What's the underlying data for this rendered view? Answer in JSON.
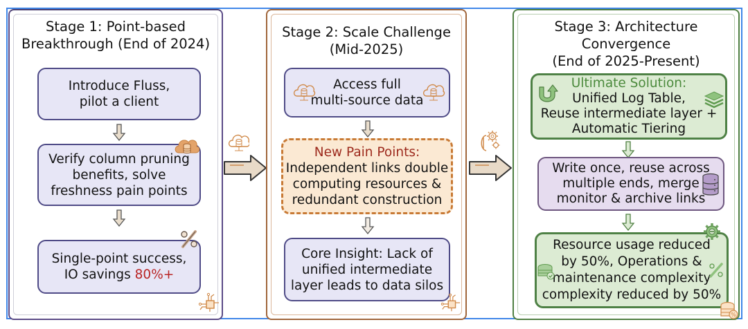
{
  "stages": [
    {
      "title_lines": [
        "Stage 1: Point-based",
        "Breakthrough (End of 2024)"
      ],
      "steps": [
        {
          "lines": [
            "Introduce Fluss,",
            "pilot a client"
          ]
        },
        {
          "lines": [
            "Verify column pruning",
            "benefits, solve",
            "freshness pain points"
          ],
          "icon": "cloud-database-icon"
        },
        {
          "lines": [
            "Single-point success,"
          ],
          "line2_prefix": "IO savings ",
          "line2_highlight": "80%+",
          "icon": "percent-icon"
        }
      ],
      "corner_icon": "circuit-chip-icon"
    },
    {
      "title_lines": [
        "Stage 2: Scale Challenge",
        "(Mid-2025)"
      ],
      "steps": [
        {
          "lines": [
            "Access full",
            "multi-source data"
          ],
          "icons": [
            "cloud-database-icon",
            "cloud-database-icon"
          ]
        },
        {
          "heading": "New Pain Points:",
          "lines": [
            "Independent links double",
            "computing resources &",
            "redundant construction"
          ]
        },
        {
          "lines": [
            "Core Insight: Lack of",
            "unified intermediate",
            "layer leads to data silos"
          ]
        }
      ],
      "corner_icon": "circuit-chip-icon"
    },
    {
      "title_lines": [
        "Stage 3: Architecture",
        "Convergence",
        "(End of 2025-Present)"
      ],
      "steps": [
        {
          "heading": "Ultimate Solution:",
          "lines": [
            "Unified Log Table,",
            "Reuse intermediate layer +",
            "Automatic Tiering"
          ],
          "icons": [
            "u-turn-arrow-icon",
            "layers-icon"
          ]
        },
        {
          "lines": [
            "Write once, reuse across",
            "multiple ends, merge",
            "monitor & archive links"
          ],
          "icon": "database-icon"
        },
        {
          "lines": [
            "Resource usage reduced",
            "by 50%, Operations &",
            "maintenance complexity",
            "complexity reduced by 50%"
          ],
          "icons": [
            "gear-icon",
            "server-check-icon",
            "percent-icon"
          ]
        }
      ],
      "corner_icon": "server-percent-icon"
    }
  ],
  "transitions": [
    {
      "icon": "cloud-database-icon"
    },
    {
      "icon": "gears-icon"
    }
  ],
  "colors": {
    "stage1_border": "#5a4a86",
    "stage2_border": "#a0653a",
    "stage3_border": "#4f7f42",
    "highlight_red": "#b92424",
    "accent_orange": "#d08a4a",
    "accent_green": "#4b8a3c"
  }
}
